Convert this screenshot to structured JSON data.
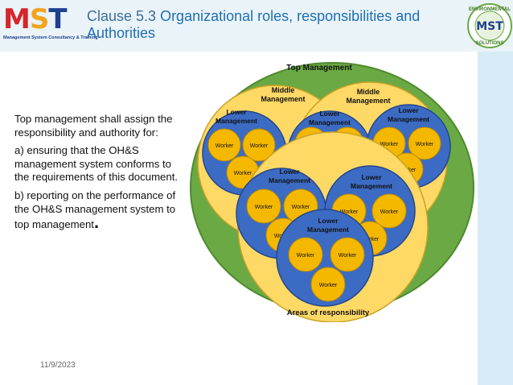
{
  "header": {
    "logo_text": "MST",
    "logo_sub": "Management System Consultancy & Training",
    "title_clause": "Clause 5.3",
    "title_rest": " Organizational roles, responsibilities and Authorities",
    "badge_top": "ENVIRONMENTAL",
    "badge_mid": "MST",
    "badge_bottom": "SOLUTIONS"
  },
  "body": {
    "intro": "Top management shall assign the responsibility and authority for:",
    "item_a": "a) ensuring that the OH&S management system conforms to the requirements of this document.",
    "item_b_main": "b) reporting on the performance of the OH&S management system to top ",
    "item_b_end": "management",
    "item_b_period": "."
  },
  "footer": {
    "date": "11/9/2023"
  },
  "diagram": {
    "top": "Top Management",
    "middle_1": "Middle",
    "middle_2": "Management",
    "lower_1": "Lower",
    "lower_2": "Management",
    "worker": "Worker",
    "caption": "Areas of responsibility"
  },
  "colors": {
    "green": "#6aa943",
    "yellow": "#ffd966",
    "blue": "#3c6bc4",
    "orange": "#f5b800",
    "title_blue": "#1f6fb3"
  }
}
